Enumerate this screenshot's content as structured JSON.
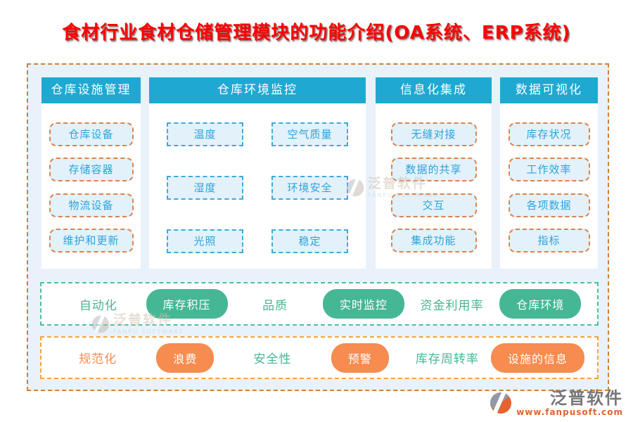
{
  "title": "食材行业食材仓储管理模块的功能介绍(OA系统、ERP系统)",
  "columns": [
    {
      "header": "仓库设施管理",
      "items": [
        "仓库设备",
        "存储容器",
        "物流设备",
        "维护和更新"
      ]
    },
    {
      "header": "仓库环境监控",
      "items": [
        "温度",
        "空气质量",
        "湿度",
        "环境安全",
        "光照",
        "稳定"
      ]
    },
    {
      "header": "信息化集成",
      "items": [
        "无缝对接",
        "数据的共享",
        "交互",
        "集成功能"
      ]
    },
    {
      "header": "数据可视化",
      "items": [
        "库存状况",
        "工作效率",
        "各项数据",
        "指标"
      ]
    }
  ],
  "bands": [
    {
      "cells": [
        "自动化",
        "库存积压",
        "品质",
        "实时监控",
        "资金利用率",
        "仓库环境"
      ]
    },
    {
      "cells": [
        "规范化",
        "浪费",
        "安全性",
        "预警",
        "库存周转率",
        "设施的信息"
      ]
    }
  ],
  "watermark": {
    "text": "泛普软件",
    "subtext": "FANPU SOFTWARE"
  },
  "logo": {
    "text": "泛普软件",
    "url": "www.fanpusoft.com"
  },
  "colors": {
    "title-red": "#fe0000",
    "header-teal": "#1fa9d2",
    "item-text-blue": "#2ba3db",
    "item-fill": "#e3f1fa",
    "orange-dash": "#e0824a",
    "blue-dash": "#3faadc",
    "container-bg": "#e9f2fa",
    "container-border": "#d4802f",
    "green": "#45b795",
    "green-dash": "#4cc09a",
    "orange-pill": "#f68c4f",
    "orange-dash-band": "#f5a33c",
    "logo-gray": "#75777a",
    "logo-orange": "#e4632e"
  }
}
